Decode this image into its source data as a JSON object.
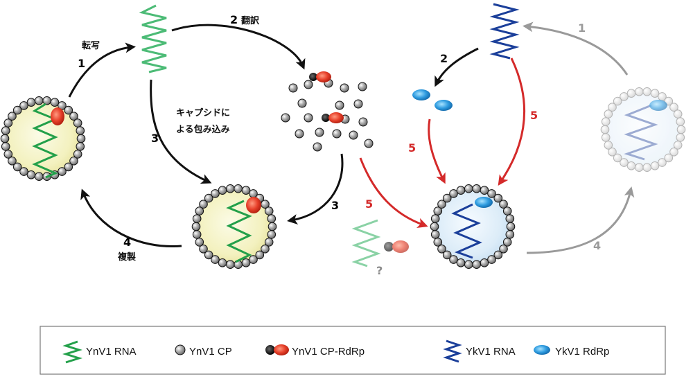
{
  "labels": {
    "step1_left": "1",
    "transcription": "転写",
    "step2_left": "2",
    "translation": "翻訳",
    "step3_top": "3",
    "encapsulation_line1": "キャプシドに",
    "encapsulation_line2": "よる包み込み",
    "step3_right": "3",
    "step4_left": "4",
    "replication": "複製",
    "step5_left": "5",
    "question": "?",
    "step2_right": "2",
    "step5_mid": "5",
    "step5_right": "5",
    "step1_right": "1",
    "step4_right": "4"
  },
  "legend": [
    {
      "icon": "ynv1-rna-icon",
      "label": "YnV1 RNA"
    },
    {
      "icon": "ynv1-cp-icon",
      "label": "YnV1 CP"
    },
    {
      "icon": "ynv1-cp-rdrp-icon",
      "label": "YnV1 CP-RdRp"
    },
    {
      "icon": "ykv1-rna-icon",
      "label": "YkV1 RNA"
    },
    {
      "icon": "ykv1-rdrp-icon",
      "label": "YkV1 RdRp"
    }
  ],
  "colors": {
    "green_rna": "#23a04a",
    "blue_rna": "#1b3f9a",
    "red_rdrp": "#e23a2a",
    "blue_rdrp": "#3aa6e0",
    "red_arrow": "#d42a2a",
    "gray_arrow": "#9a9a9a",
    "black_arrow": "#111111"
  }
}
